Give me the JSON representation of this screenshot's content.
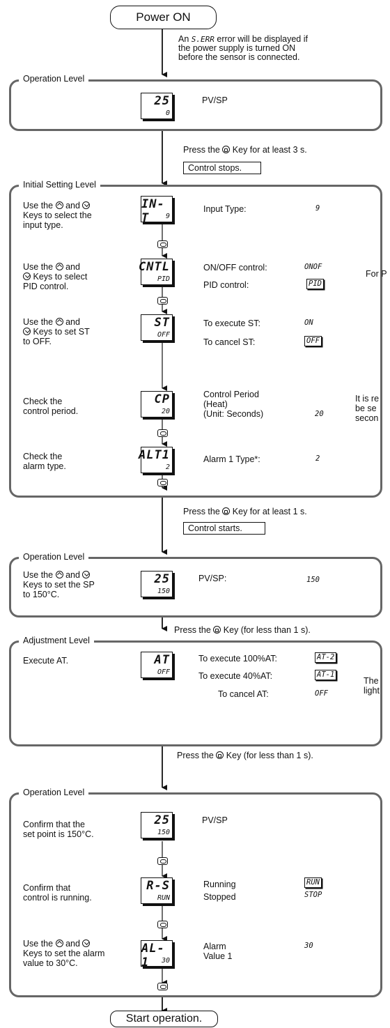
{
  "start": {
    "label": "Power ON"
  },
  "end": {
    "label": "Start operation."
  },
  "top_note": {
    "pre": "An ",
    "code": "S.ERR",
    "post": " error will be displayed if",
    "line2": "the power supply is turned ON",
    "line3": "before the sensor is connected."
  },
  "levels": {
    "op1": {
      "title": "Operation Level",
      "disp_top": "25",
      "disp_bot": "0",
      "label": "PV/SP"
    },
    "init": {
      "title": "Initial Setting Level"
    },
    "op2": {
      "title": "Operation Level"
    },
    "adj": {
      "title": "Adjustment Level"
    },
    "op3": {
      "title": "Operation Level"
    }
  },
  "transitions": {
    "t1": {
      "press": "Press the",
      "tail": "Key for at least 3 s.",
      "box": "Control stops."
    },
    "t2": {
      "press": "Press the",
      "tail": "Key for at least 1 s.",
      "box": "Control starts."
    },
    "t3": {
      "press": "Press the",
      "tail": "Key (for less than 1 s)."
    },
    "t4": {
      "press": "Press the",
      "tail": "Key (for less than 1 s)."
    }
  },
  "init_steps": [
    {
      "instr": [
        "Use the",
        {
          "up": 1
        },
        " and ",
        {
          "down": 1
        },
        "|Keys to select the|input type."
      ],
      "disp_top": "IN-T",
      "disp_bot": "9",
      "p1": "Input Type:",
      "v1": "9"
    },
    {
      "disp_top": "CNTL",
      "disp_bot": "PID",
      "p1": "ON/OFF control:",
      "v1": "ONOF",
      "p2": "PID control:",
      "v2": "PID"
    },
    {
      "disp_top": "ST",
      "disp_bot": "OFF",
      "p1": "To execute ST:",
      "v1": "ON",
      "p2": "To cancel ST:",
      "v2": "OFF"
    },
    {
      "disp_top": "CP",
      "disp_bot": "20",
      "p1a": "Control Period",
      "p1b": "(Heat)",
      "p1c": "(Unit: Seconds)",
      "v1": "20"
    },
    {
      "disp_top": "ALT1",
      "disp_bot": "2",
      "p1": "Alarm 1 Type*:",
      "v1": "2"
    }
  ],
  "instructions": {
    "i1a": "Use the",
    "i1b": "and",
    "i1c": "Keys to select the",
    "i1d": "input type.",
    "i2a": "Use the",
    "i2b": "and",
    "i2c": "Keys to select",
    "i2d": "PID control.",
    "i3a": "Use the",
    "i3b": "and",
    "i3c": "Keys to set ST",
    "i3d": "to OFF.",
    "i4a": "Check the",
    "i4b": "control period.",
    "i5a": "Check the",
    "i5b": "alarm type."
  },
  "op2": {
    "i_a": "Use the",
    "i_b": "and",
    "i_c": "Keys to set the SP",
    "i_d": "to 150°C.",
    "disp_top": "25",
    "disp_bot": "150",
    "p": "PV/SP:",
    "v": "150"
  },
  "adj": {
    "instr": "Execute AT.",
    "disp_top": "AT",
    "disp_bot": "OFF",
    "p1": "To execute 100%AT:",
    "v1": "AT-2",
    "p2": "To execute 40%AT:",
    "v2": "AT-1",
    "p3": "To cancel AT:",
    "v3": "OFF"
  },
  "op3": [
    {
      "a": "Confirm that the",
      "b": "set point is 150°C.",
      "disp_top": "25",
      "disp_bot": "150",
      "p": "PV/SP"
    },
    {
      "a": "Confirm that",
      "b": "control is running.",
      "disp_top": "R-S",
      "disp_bot": "RUN",
      "p1": "Running",
      "p2": "Stopped",
      "v1": "RUN",
      "v2": "STOP"
    },
    {
      "a": "Use the",
      "a2": "and",
      "b": "Keys to set the alarm",
      "c": "value to 30°C.",
      "disp_top": "AL-1",
      "disp_bot": "30",
      "p1": "Alarm",
      "p2": "Value 1",
      "v": "30"
    }
  ],
  "side_notes": {
    "n1": "For P",
    "n2a": "It is re",
    "n2b": "be se",
    "n2c": "secon",
    "n3a": "The",
    "n3b": "light"
  },
  "colors": {
    "frame": "#666666",
    "ink": "#111111"
  }
}
